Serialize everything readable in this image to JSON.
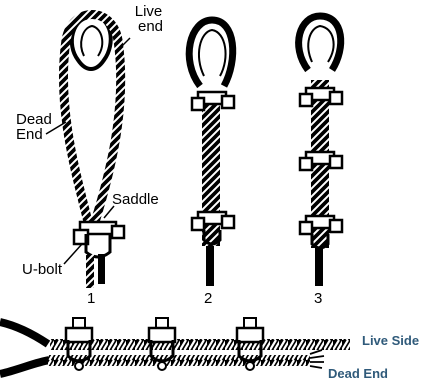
{
  "labels": {
    "live_end": [
      "Live",
      "end"
    ],
    "dead_end": [
      "Dead",
      "End"
    ],
    "saddle": "Saddle",
    "u_bolt": "U-bolt"
  },
  "figure_numbers": [
    "1",
    "2",
    "3"
  ],
  "bottom_labels": {
    "live_side": "Live Side",
    "dead_end": "Dead End"
  },
  "colors": {
    "ink": "#000000",
    "side_label": "#2f5a7a"
  }
}
